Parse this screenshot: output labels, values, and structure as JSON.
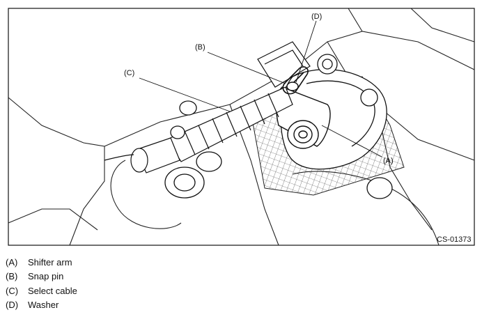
{
  "callouts": {
    "a": "(A)",
    "b": "(B)",
    "c": "(C)",
    "d": "(D)"
  },
  "figure_id": "CS-01373",
  "legend": [
    {
      "letter": "(A)",
      "text": "Shifter arm"
    },
    {
      "letter": "(B)",
      "text": "Snap pin"
    },
    {
      "letter": "(C)",
      "text": "Select cable"
    },
    {
      "letter": "(D)",
      "text": "Washer"
    }
  ]
}
